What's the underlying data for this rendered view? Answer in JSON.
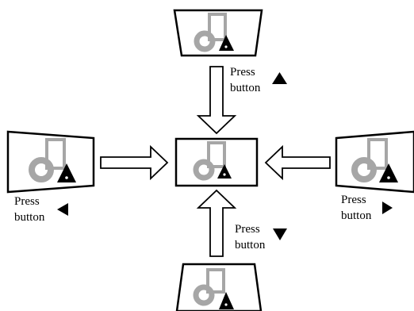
{
  "labels": {
    "top_press": "Press",
    "top_button": "button",
    "left_press": "Press",
    "left_button": "button",
    "right_press": "Press",
    "right_button": "button",
    "bottom_press": "Press",
    "bottom_button": "button"
  },
  "icons": {
    "up": "up-triangle-icon",
    "left": "left-triangle-icon",
    "right": "right-triangle-icon",
    "down": "down-triangle-icon"
  },
  "colors": {
    "outline": "#000000",
    "screen_symbol_gray": "#a6a6a6",
    "triangle": "#000000"
  }
}
